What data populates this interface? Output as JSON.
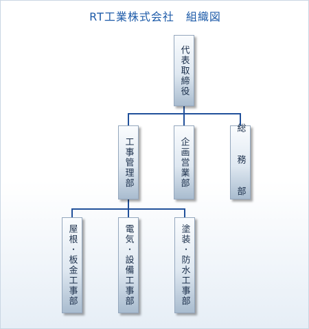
{
  "title": "RT工業株式会社　組織図",
  "org": {
    "top": {
      "label": "代表取締役"
    },
    "departments": [
      {
        "label": "工事管理部"
      },
      {
        "label": "企画営業部"
      },
      {
        "label": "総 務 部"
      }
    ],
    "sub_departments": [
      {
        "label": "屋根･板金工事部"
      },
      {
        "label": "電気･設備工事部"
      },
      {
        "label": "塗装･防水工事部"
      }
    ]
  },
  "colors": {
    "title": "#1c5aa8",
    "connector": "#1f4f9a",
    "box_border": "#93a6bc"
  }
}
